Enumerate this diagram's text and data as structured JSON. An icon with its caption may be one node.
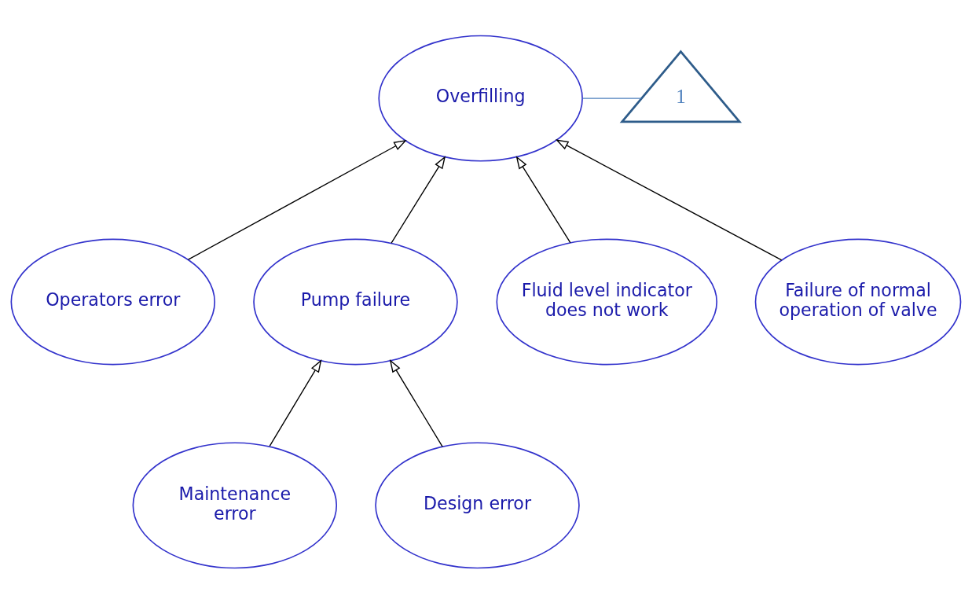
{
  "diagram": {
    "nodes": [
      {
        "text": [
          "Overfilling"
        ]
      },
      {
        "text": [
          "1"
        ]
      },
      {
        "text": [
          "Operators error"
        ]
      },
      {
        "text": [
          "Pump failure"
        ]
      },
      {
        "text": [
          "Fluid level indicator does not work"
        ]
      },
      {
        "text": [
          "Failure of normal operation of valve"
        ]
      },
      {
        "text": [
          "Maintenance error"
        ]
      },
      {
        "text": [
          "Design error"
        ]
      }
    ],
    "edges": [
      {
        "from": 1,
        "to": 0,
        "arrow": "none",
        "color": "#4f81bd"
      },
      {
        "from": 2,
        "to": 0,
        "arrow": "to"
      },
      {
        "from": 3,
        "to": 0,
        "arrow": "to"
      },
      {
        "from": 4,
        "to": 0,
        "arrow": "to"
      },
      {
        "from": 5,
        "to": 0,
        "arrow": "to"
      },
      {
        "from": 6,
        "to": 3,
        "arrow": "to"
      },
      {
        "from": 7,
        "to": 3,
        "arrow": "to"
      }
    ]
  }
}
